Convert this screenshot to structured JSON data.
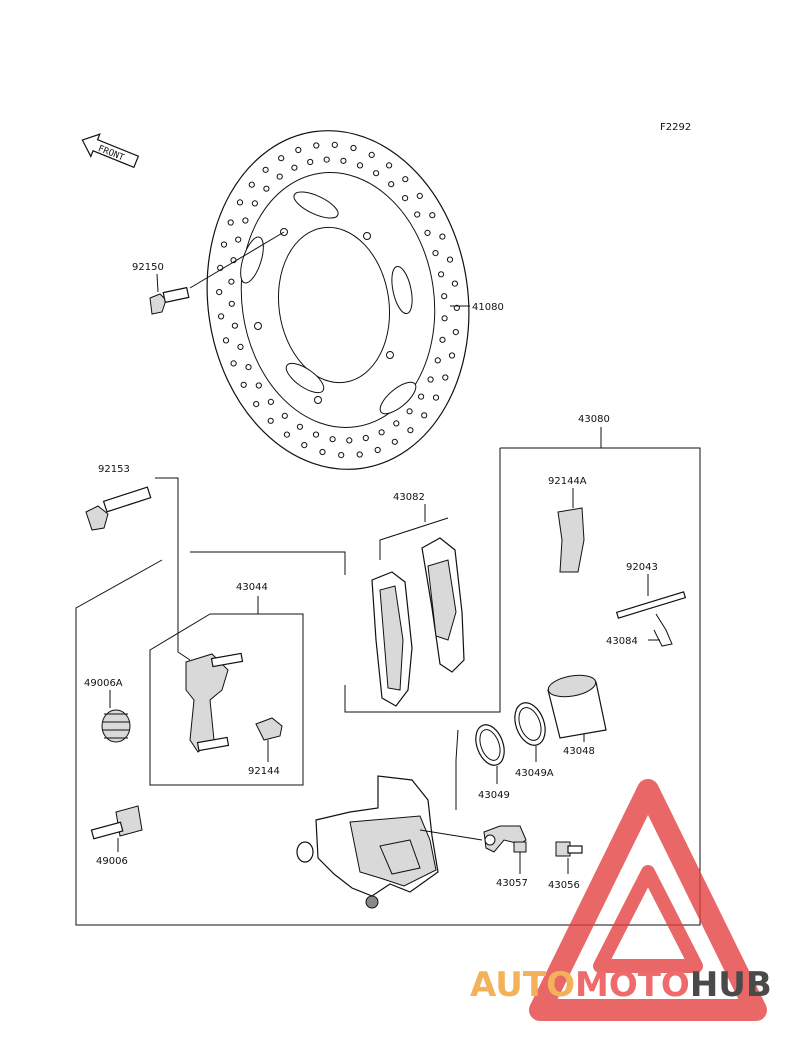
{
  "figure_code": "F2292",
  "front_label": "FRONT",
  "parts": {
    "p92150": "92150",
    "p41080": "41080",
    "p43080": "43080",
    "p92153": "92153",
    "p43082": "43082",
    "p92144A": "92144A",
    "p92043": "92043",
    "p43044": "43044",
    "p43084": "43084",
    "p49006A": "49006A",
    "p43048": "43048",
    "p43049A": "43049A",
    "p92144": "92144",
    "p43049": "43049",
    "p49006": "49006",
    "p43057": "43057",
    "p43056": "43056"
  },
  "watermark": {
    "text_a": "AUTO",
    "text_b": "MOTO",
    "text_c": "HUB",
    "color_a": "#f3b15a",
    "color_b": "#ef6a6a",
    "color_c": "#4a4a4a",
    "triangle_color": "#e43d3d"
  }
}
